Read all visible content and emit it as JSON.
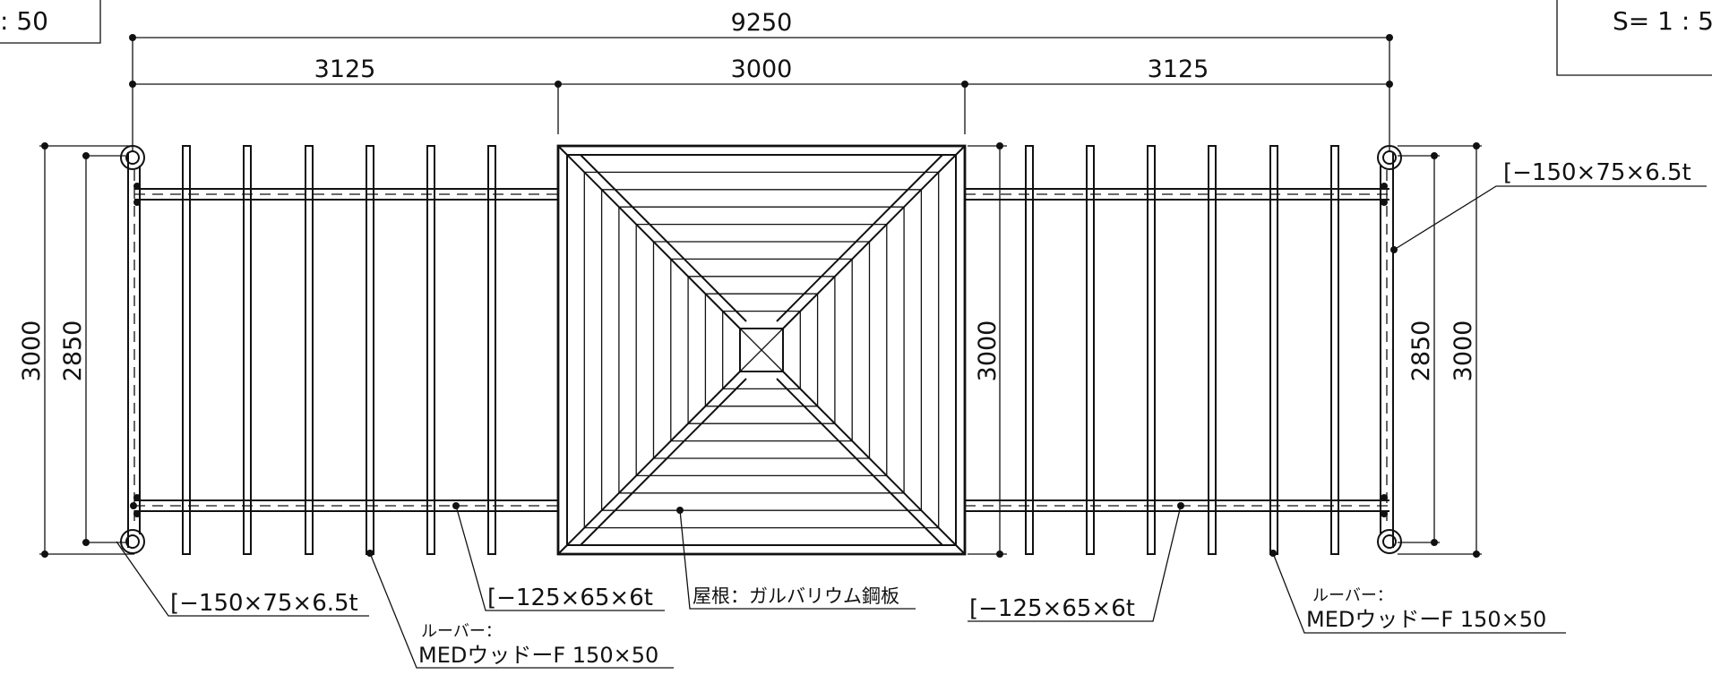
{
  "scale_left": ": 50",
  "scale_right": "S= 1 : 5",
  "dimensions": {
    "overall": "9250",
    "left_bay": "3125",
    "center_bay": "3000",
    "right_bay": "3125",
    "left_outer_height": "3000",
    "left_inner_height": "2850",
    "center_height": "3000",
    "right_inner_height": "2850",
    "right_outer_height": "3000"
  },
  "labels": {
    "channel_right_top": "[−150×75×6.5t",
    "channel_left_bottom": "[−150×75×6.5t",
    "beam_left": "[−125×65×6t",
    "beam_right": "[−125×65×6t",
    "roof": "屋根：ガルバリウム鋼板",
    "louver_left_title": "ルーバー：",
    "louver_left_spec": "MEDウッドーF 150×50",
    "louver_right_title": "ルーバー：",
    "louver_right_spec": "MEDウッドーF 150×50"
  }
}
